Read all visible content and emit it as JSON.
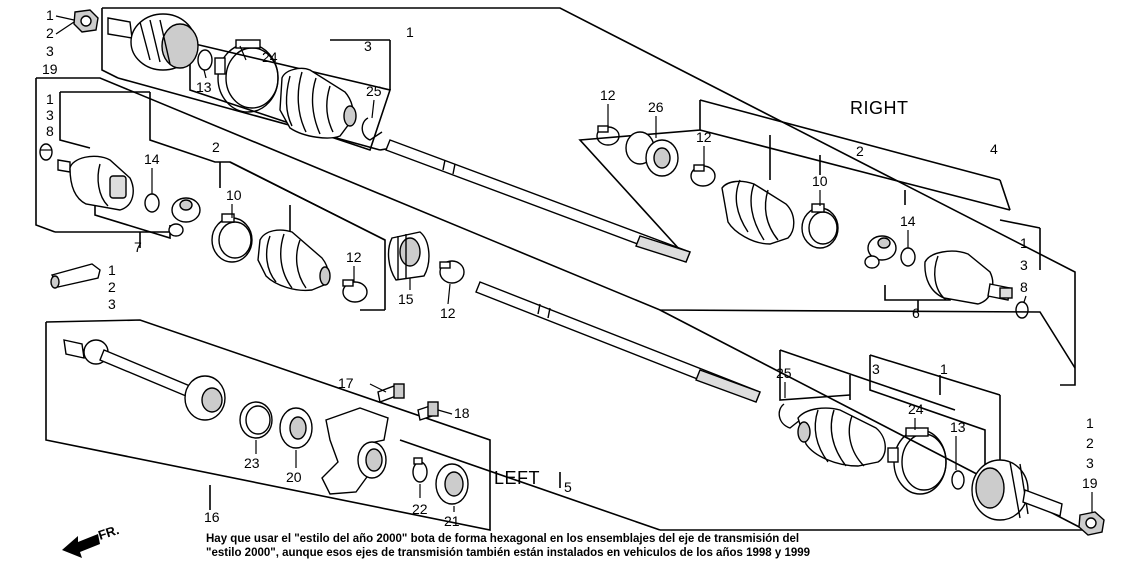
{
  "labels": {
    "right": "RIGHT",
    "left": "LEFT",
    "fr": "FR."
  },
  "footnote": {
    "line1": "Hay que usar el \"estilo del año 2000\" bota de forma hexagonal en los ensemblajes del eje de transmisión del",
    "line2": "\"estilo 2000\", aunque esos ejes de transmisión también están instalados en vehiculos de los años 1998 y 1999"
  },
  "callouts": {
    "top_left_stack": [
      "1",
      "2",
      "3",
      "19"
    ],
    "left_stack": [
      "1",
      "3",
      "8"
    ],
    "bottom_right_stack": [
      "1",
      "2",
      "3",
      "19"
    ],
    "right_stack": [
      "1",
      "3",
      "8"
    ],
    "grease_stack": [
      "1",
      "2",
      "3"
    ],
    "n1": "1",
    "n2": "2",
    "n3": "3",
    "n4": "4",
    "n5": "5",
    "n6": "6",
    "n7": "7",
    "n10": "10",
    "n12": "12",
    "n13": "13",
    "n14": "14",
    "n15": "15",
    "n16": "16",
    "n17": "17",
    "n18": "18",
    "n20": "20",
    "n21": "21",
    "n22": "22",
    "n23": "23",
    "n24": "24",
    "n25": "25",
    "n26": "26"
  }
}
